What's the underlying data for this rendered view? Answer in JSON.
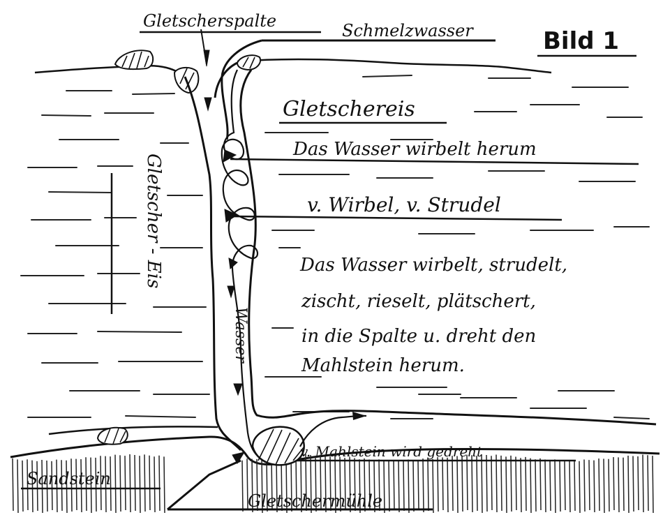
{
  "diagram": {
    "title": "Bild 1",
    "labels": {
      "crevasse": "Gletscherspalte",
      "meltwater": "Schmelzwasser",
      "glacier_ice": "Gletschereis",
      "water_swirls": "Das Wasser wirbelt herum",
      "vortex": "v. Wirbel, v. Strudel",
      "description_lines": [
        "Das Wasser wirbelt, strudelt,",
        "zischt, rieselt, plätschert,",
        "in die Spalte u. dreht den",
        "Mahlstein herum."
      ],
      "vertical_ice": "Gletscher - Eis",
      "vertical_water": "Wasser",
      "sandstone": "Sandstein",
      "millstone": "v. Mahlstein wird gedreht",
      "glacier_mill": "Gletschermühle"
    }
  }
}
